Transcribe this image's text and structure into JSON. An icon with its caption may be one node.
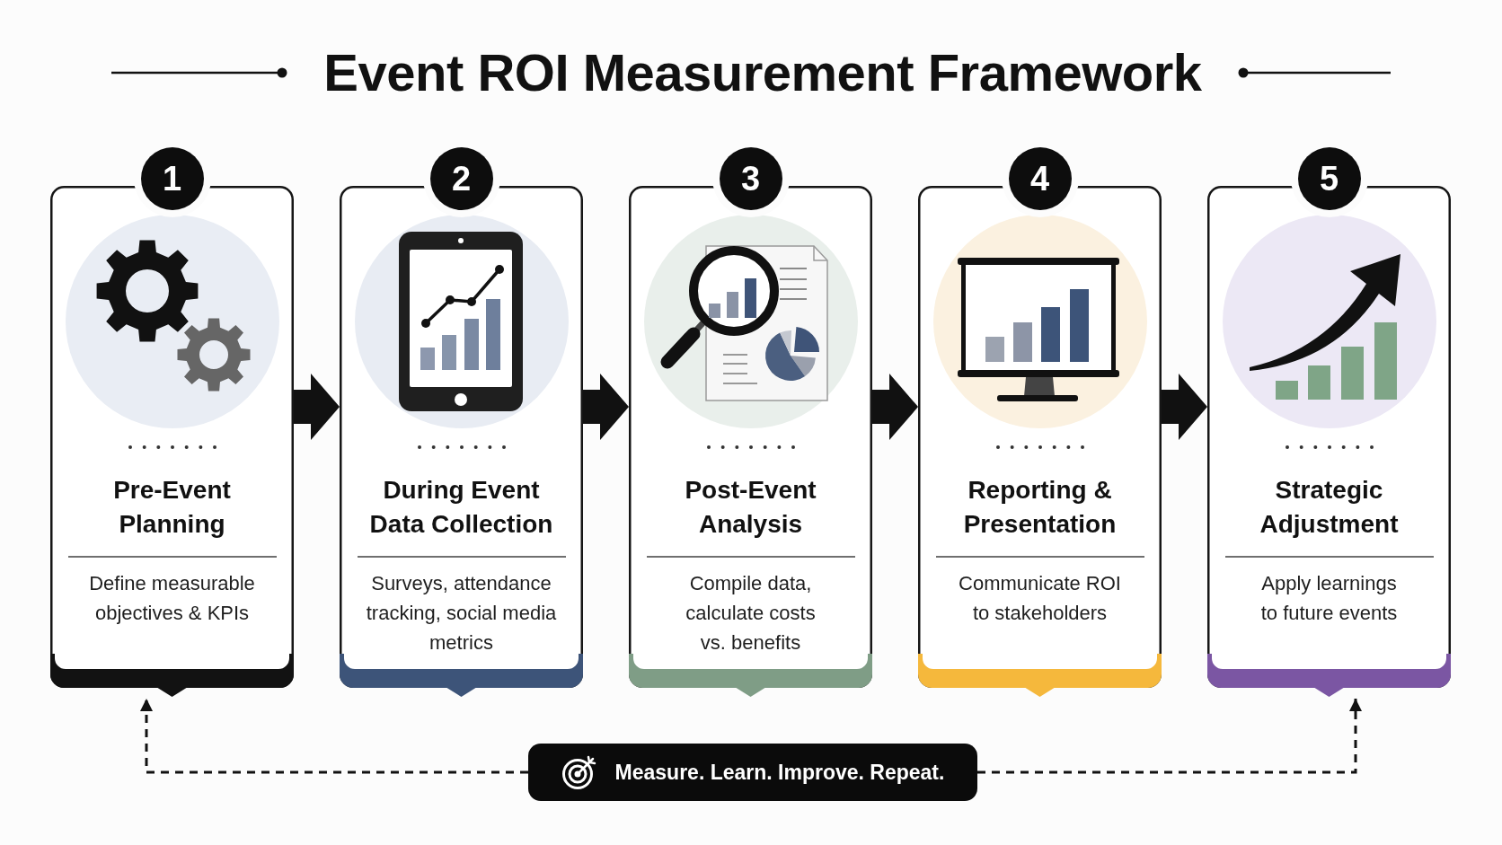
{
  "diagram": {
    "title": "Event ROI Measurement Framework",
    "nodes": [
      {
        "text": [
          "1",
          "Pre-Event Planning",
          "Define measurable objectives & KPIs"
        ]
      },
      {
        "text": [
          "2",
          "During Event Data Collection",
          "Surveys, attendance tracking, social media metrics"
        ]
      },
      {
        "text": [
          "3",
          "Post-Event Analysis",
          "Compile data, calculate costs vs. benefits"
        ]
      },
      {
        "text": [
          "4",
          "Reporting & Presentation",
          "Communicate ROI to stakeholders"
        ]
      },
      {
        "text": [
          "5",
          "Strategic Adjustment",
          "Apply learnings to future events"
        ]
      },
      {
        "text": [
          "Measure. Learn. Improve. Repeat."
        ]
      }
    ],
    "edges": [
      {
        "from": 0,
        "to": 1,
        "arrow": "to"
      },
      {
        "from": 1,
        "to": 2,
        "arrow": "to"
      },
      {
        "from": 2,
        "to": 3,
        "arrow": "to"
      },
      {
        "from": 3,
        "to": 4,
        "arrow": "to"
      },
      {
        "from": 5,
        "to": 0,
        "arrow": "to",
        "style": "dashed"
      },
      {
        "from": 5,
        "to": 4,
        "arrow": "to",
        "style": "dashed"
      }
    ]
  }
}
